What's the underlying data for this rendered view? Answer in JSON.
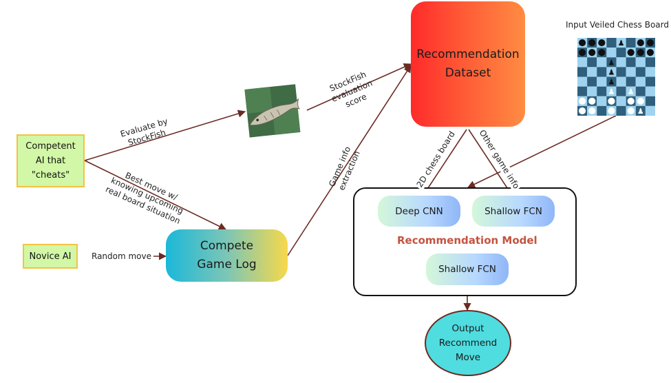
{
  "nodes": {
    "competent_ai": [
      "Competent",
      "AI that",
      "\"cheats\""
    ],
    "novice_ai": "Novice AI",
    "game_log": [
      "Compete",
      "Game Log"
    ],
    "dataset": [
      "Recommendation",
      "Dataset"
    ],
    "board_title": "Input Veiled Chess Board",
    "model_title": "Recommendation Model",
    "deep_cnn": "Deep CNN",
    "shallow_fcn_top": "Shallow FCN",
    "shallow_fcn_bottom": "Shallow FCN",
    "output": [
      "Output",
      "Recommend",
      "Move"
    ]
  },
  "edges": {
    "evaluate": [
      "Evaluate by",
      "StockFish"
    ],
    "best_move": [
      "Best move w/",
      "knowing upcoming",
      "real board situation"
    ],
    "random_move": "Random move",
    "sf_score": [
      "StockFish",
      "evaluation",
      "score"
    ],
    "game_info": [
      "Game info",
      "extraction"
    ],
    "chess_2d": "2D chess board",
    "other_info": "Other game info"
  },
  "colors": {
    "arrow": "#6b2a22",
    "model_title": "#c4533f",
    "dataset_gradient": [
      "#ff2a2a",
      "#ff8c42"
    ],
    "game_log_gradient": [
      "#1bb8d8",
      "#f7d84a"
    ],
    "output_fill": "#4fdde0"
  },
  "icons": {
    "fish": "stockfish-logo",
    "board": "veiled-chess-board"
  }
}
